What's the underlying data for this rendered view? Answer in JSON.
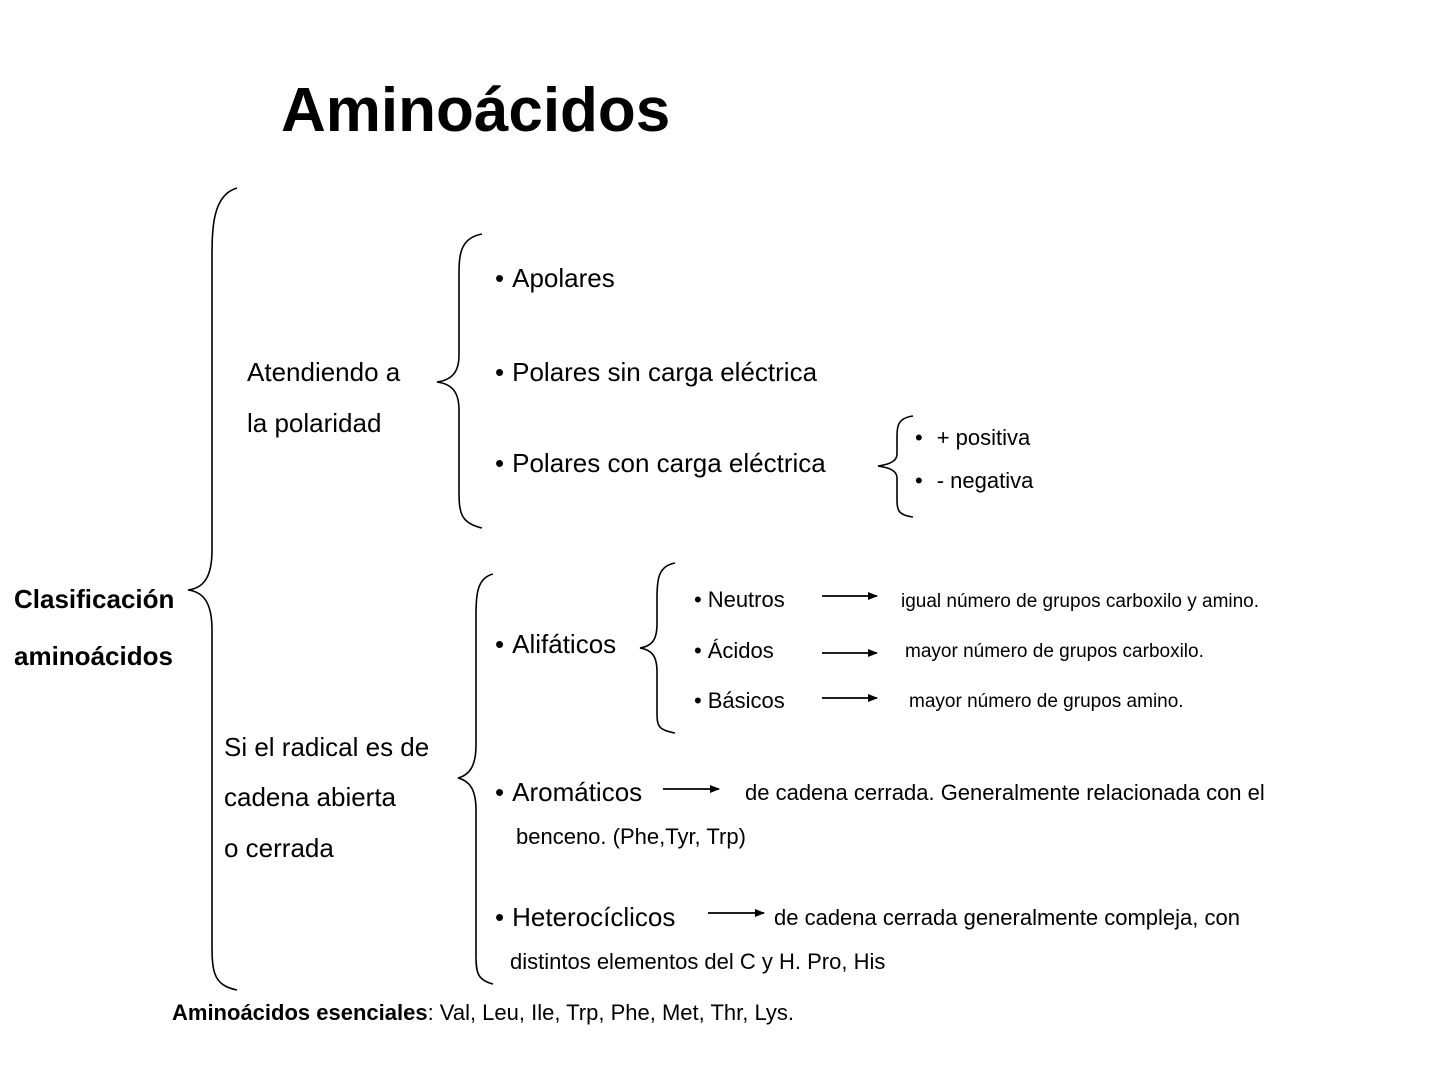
{
  "title": "Aminoácidos",
  "root": {
    "line1": "Clasificación",
    "line2": "aminoácidos"
  },
  "polarity": {
    "label_line1": "Atendiendo a",
    "label_line2": "la polaridad",
    "items": [
      "Apolares",
      "Polares sin carga eléctrica",
      "Polares con carga eléctrica"
    ],
    "charge": [
      "+ positiva",
      "- negativa"
    ]
  },
  "radical": {
    "label_line1": "Si el radical es de",
    "label_line2": "cadena abierta",
    "label_line3": "o cerrada",
    "aliphatic": {
      "label": "Alifáticos",
      "items": [
        {
          "name": "Neutros",
          "desc": "igual número de grupos carboxilo y amino."
        },
        {
          "name": "Ácidos",
          "desc": "mayor número de grupos carboxilo."
        },
        {
          "name": "Básicos",
          "desc": "mayor número de grupos amino."
        }
      ]
    },
    "aromatic": {
      "label": "Aromáticos",
      "desc_line1": "de cadena cerrada. Generalmente relacionada con el",
      "desc_line2": "benceno. (Phe,Tyr, Trp)"
    },
    "heterocyclic": {
      "label": "Heterocíclicos",
      "desc_line1": "de cadena cerrada generalmente compleja, con",
      "desc_line2": "distintos elementos  del C y H. Pro, His"
    }
  },
  "essential": {
    "label": "Aminoácidos esenciales",
    "list": ": Val, Leu, Ile, Trp, Phe, Met, Thr, Lys."
  },
  "bullet": "•"
}
